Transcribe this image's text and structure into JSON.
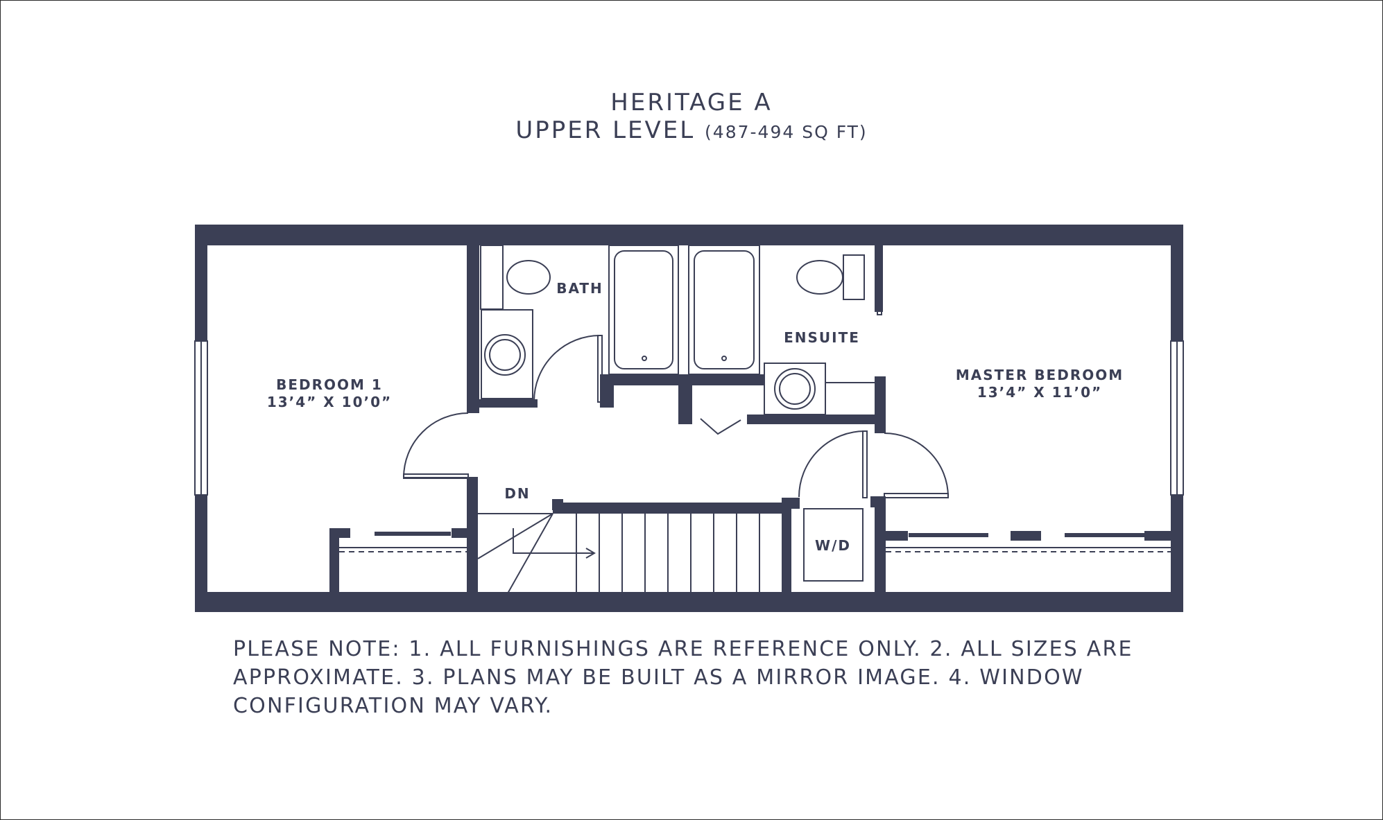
{
  "title": {
    "name": "HERITAGE A",
    "level": "UPPER LEVEL",
    "sqft": "(487-494 SQ FT)"
  },
  "colors": {
    "wall": "#3b3f55",
    "text": "#3b3f55",
    "background": "#ffffff"
  },
  "rooms": {
    "bedroom1": {
      "name": "BEDROOM 1",
      "size": "13’4” X 10’0”"
    },
    "bath": {
      "name": "BATH"
    },
    "ensuite": {
      "name": "ENSUITE"
    },
    "master": {
      "name": "MASTER BEDROOM",
      "size": "13’4” X 11’0”"
    },
    "stairs": {
      "name": "DN"
    },
    "laundry": {
      "name": "W/D"
    }
  },
  "note": "PLEASE NOTE:  1. ALL FURNISHINGS ARE REFERENCE ONLY. 2. ALL SIZES ARE APPROXIMATE. 3. PLANS MAY BE BUILT AS A MIRROR IMAGE. 4. WINDOW CONFIGURATION MAY VARY."
}
